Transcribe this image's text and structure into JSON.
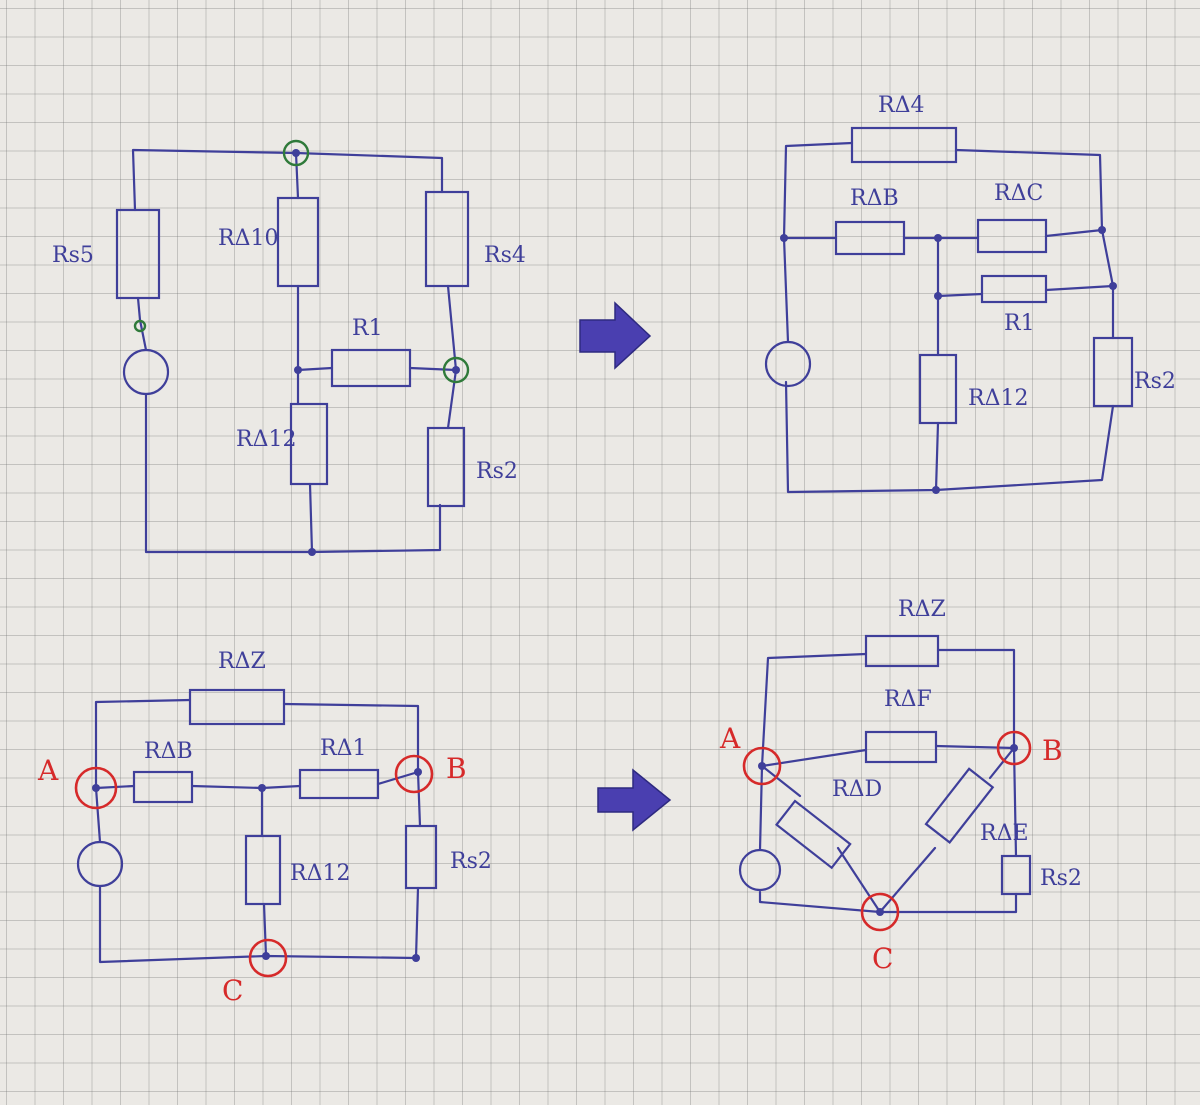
{
  "labels": {
    "d1": {
      "r_s5": "Rs5",
      "r_d10": "RΔ10",
      "r_s4": "Rs4",
      "r_1": "R1",
      "r_d12": "RΔ12",
      "r_s2": "Rs2"
    },
    "d2": {
      "r_d14": "RΔ4",
      "r_dab": "RΔB",
      "r_dc": "RΔC",
      "r_1": "R1",
      "r_d12": "RΔ12",
      "r_s2": "Rs2"
    },
    "d3": {
      "r_dz": "RΔZ",
      "r_ab": "RΔB",
      "r_d1": "RΔ1",
      "r_d12": "RΔ12",
      "r_s2": "Rs2",
      "node_a": "A",
      "node_b": "B",
      "node_c": "C"
    },
    "d4": {
      "r_dz": "RΔZ",
      "r_df": "RΔF",
      "r_dd": "RΔD",
      "r_de": "RΔE",
      "r_s2": "Rs2",
      "node_a": "A",
      "node_b": "B",
      "node_c": "C"
    }
  },
  "colors": {
    "ink": "#3f3f9a",
    "mark_green": "#2f7a3a",
    "mark_red": "#d62a2a",
    "paper": "#ebe9e5"
  }
}
